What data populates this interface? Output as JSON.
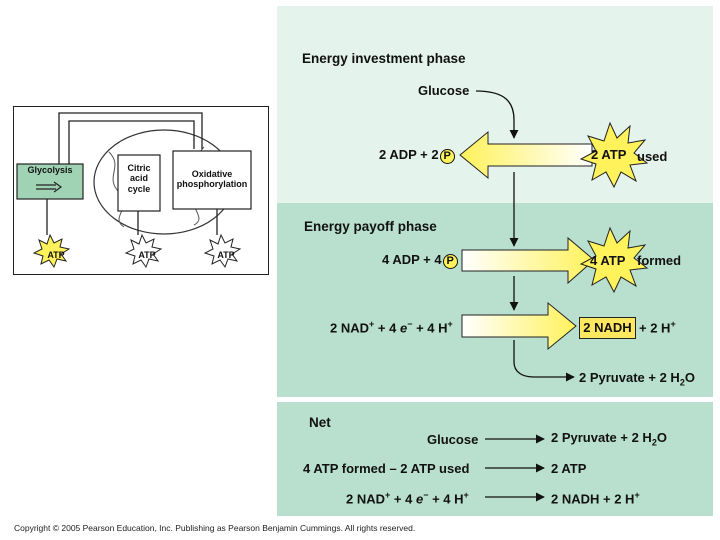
{
  "investment": {
    "phase_title": "Energy investment phase",
    "glucose": "Glucose",
    "adp_prefix": "2 ADP + 2",
    "p_symbol": "P",
    "atp_star": "2 ATP",
    "used": "used"
  },
  "payoff": {
    "phase_title": "Energy payoff phase",
    "adp_prefix": "4 ADP + 4",
    "p_symbol": "P",
    "atp_star": "4 ATP",
    "formed": "formed",
    "nad_left": "2 NAD",
    "sup_plus": "+",
    "electrons": " +  4 ",
    "e_sym": "e",
    "sup_minus": "−",
    "h_part": " + 4 H",
    "nadh_box": "2 NADH",
    "nadh_right": "+ 2 H",
    "pyruvate": "2 Pyruvate + 2 H",
    "sub_2": "2",
    "o_sym": "O"
  },
  "net": {
    "title": "Net",
    "row1_left": "Glucose",
    "row1_right": "2 Pyruvate + 2 H",
    "row1_sub": "2",
    "row1_o": "O",
    "row2_left": "4 ATP formed – 2 ATP used",
    "row2_right": "2 ATP",
    "row3_left_a": "2 NAD",
    "row3_left_b": " +  4 ",
    "row3_e": "e",
    "row3_left_c": " + 4 H",
    "row3_right": "2 NADH + 2 H",
    "plus": "+",
    "minus": "−"
  },
  "inset": {
    "glycolysis": "Glycolysis",
    "citric": "Citric acid cycle",
    "oxidative": "Oxidative phosphorylation",
    "atp": "ATP"
  },
  "copyright": "Copyright © 2005 Pearson Education, Inc. Publishing as Pearson Benjamin Cummings. All rights reserved.",
  "colors": {
    "arrow_yellow": "#fff25a",
    "panel_light": "#e4f3ec",
    "panel_mid": "#b9e0cf"
  }
}
